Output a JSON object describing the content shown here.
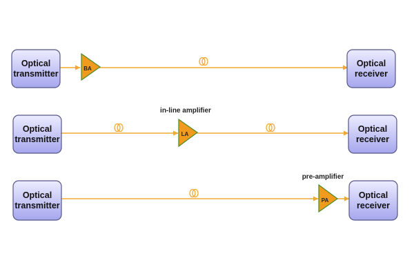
{
  "colors": {
    "line": "#f0a830",
    "box_fill_top": "#ececff",
    "box_fill_bottom": "#a6a6ee",
    "box_stroke": "#555588",
    "amp_fill": "#f09a1e",
    "amp_stroke": "#4e8a22",
    "text": "#111111"
  },
  "rows": [
    {
      "transmitter": {
        "line1": "Optical",
        "line2": "transmitter"
      },
      "receiver": {
        "line1": "Optical",
        "line2": "receiver"
      },
      "amplifier": {
        "label": "BA",
        "caption": ""
      }
    },
    {
      "transmitter": {
        "line1": "Optical",
        "line2": "transmitter"
      },
      "receiver": {
        "line1": "Optical",
        "line2": "receiver"
      },
      "amplifier": {
        "label": "LA",
        "caption": "in-line amplifier"
      }
    },
    {
      "transmitter": {
        "line1": "Optical",
        "line2": "transmitter"
      },
      "receiver": {
        "line1": "Optical",
        "line2": "receiver"
      },
      "amplifier": {
        "label": "PA",
        "caption": "pre-amplifier"
      }
    }
  ]
}
